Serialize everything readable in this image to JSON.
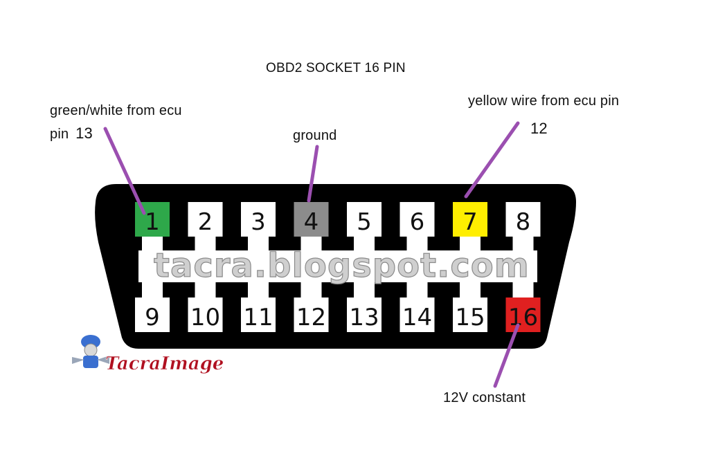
{
  "title": "OBD2 SOCKET 16 PIN",
  "labels": {
    "pin1_line1": "green/white from ecu",
    "pin1_line2": "pin",
    "pin1_num": "13",
    "pin4": "ground",
    "pin7_line1": "yellow wire from ecu pin",
    "pin7_num": "12",
    "pin16": "12V constant"
  },
  "pins_top": [
    {
      "num": "1",
      "color": "#2ea84a"
    },
    {
      "num": "2",
      "color": "#ffffff"
    },
    {
      "num": "3",
      "color": "#ffffff"
    },
    {
      "num": "4",
      "color": "#8c8c8c"
    },
    {
      "num": "5",
      "color": "#ffffff"
    },
    {
      "num": "6",
      "color": "#ffffff"
    },
    {
      "num": "7",
      "color": "#ffee00"
    },
    {
      "num": "8",
      "color": "#ffffff"
    }
  ],
  "pins_bottom": [
    {
      "num": "9",
      "color": "#ffffff"
    },
    {
      "num": "10",
      "color": "#ffffff"
    },
    {
      "num": "11",
      "color": "#ffffff"
    },
    {
      "num": "12",
      "color": "#ffffff"
    },
    {
      "num": "13",
      "color": "#ffffff"
    },
    {
      "num": "14",
      "color": "#ffffff"
    },
    {
      "num": "15",
      "color": "#ffffff"
    },
    {
      "num": "16",
      "color": "#e02020"
    }
  ],
  "watermark": "tacra.blogspot.com",
  "logo_text": "TacraImage",
  "colors": {
    "connector": "#000000",
    "pointer": "#9b4fb0",
    "logo": "#b01020"
  }
}
